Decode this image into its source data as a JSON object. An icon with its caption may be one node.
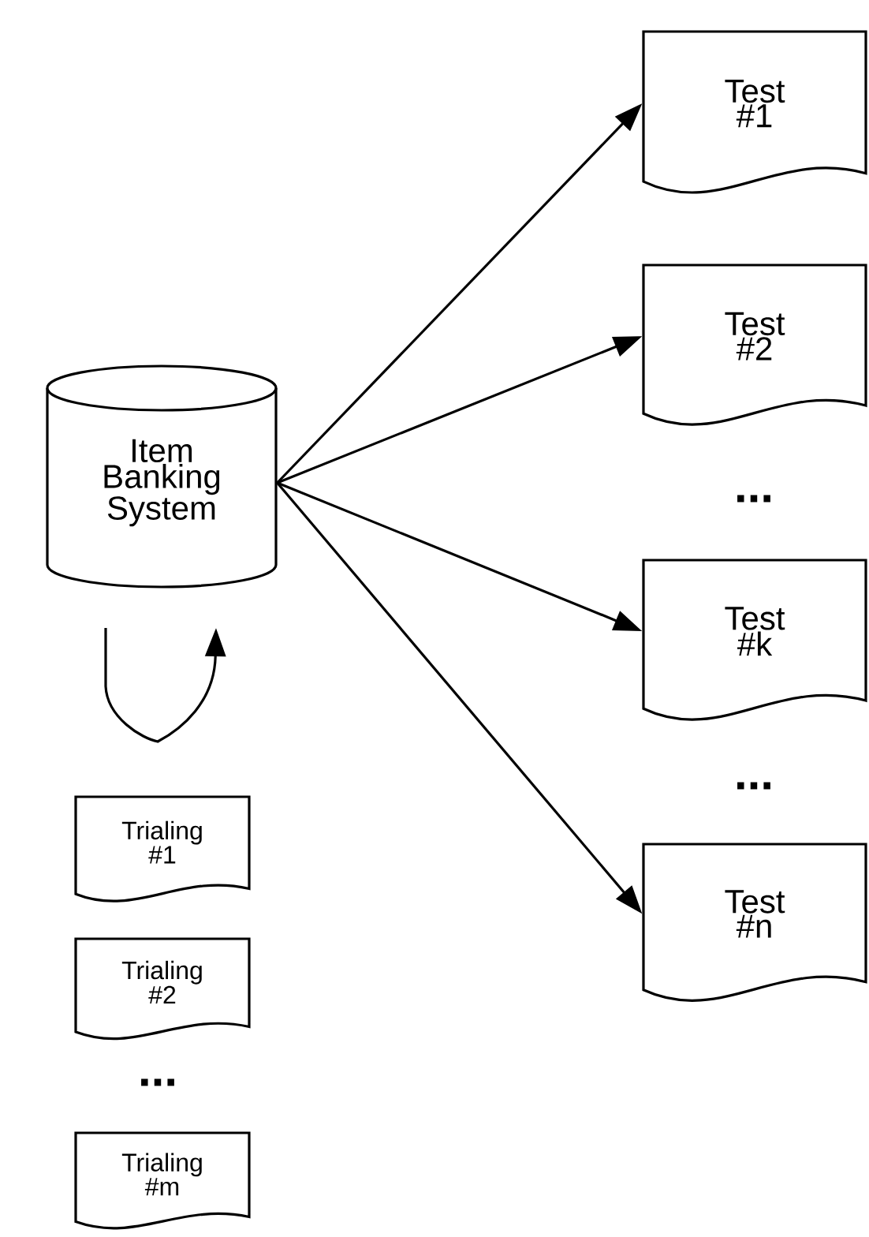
{
  "diagram": {
    "nodes": [
      {
        "text": [
          "Item Banking System"
        ]
      },
      {
        "text": [
          "Test #1"
        ]
      },
      {
        "text": [
          "Test #2"
        ]
      },
      {
        "text": [
          "Test #k"
        ]
      },
      {
        "text": [
          "Test #n"
        ]
      },
      {
        "text": [
          "Trialing #1"
        ]
      },
      {
        "text": [
          "Trialing #2"
        ]
      },
      {
        "text": [
          "Trialing #m"
        ]
      }
    ],
    "edges": [
      {
        "from": 0,
        "to": 1,
        "arrow": "to"
      },
      {
        "from": 0,
        "to": 2,
        "arrow": "to"
      },
      {
        "from": 0,
        "to": 3,
        "arrow": "to"
      },
      {
        "from": 0,
        "to": 4,
        "arrow": "to"
      }
    ],
    "labels": [
      "...",
      "...",
      "..."
    ]
  }
}
